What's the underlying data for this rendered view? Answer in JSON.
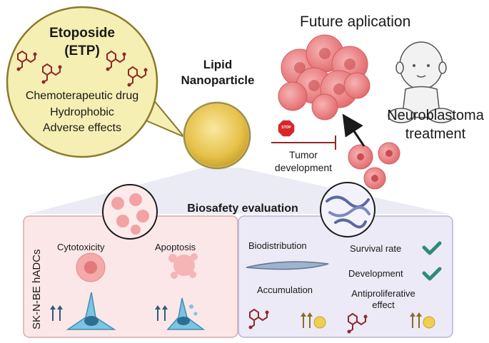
{
  "drug": {
    "title_line1": "Etoposide",
    "title_line2": "(ETP)",
    "prop1": "Chemoterapeutic drug",
    "prop2": "Hydrophobic",
    "prop3": "Adverse effects"
  },
  "nanoparticle": {
    "line1": "Lipid",
    "line2": "Nanoparticle"
  },
  "future": {
    "title": "Future aplication",
    "treat_line1": "Neuroblastoma",
    "treat_line2": "treatment"
  },
  "tumor": {
    "stop": "STOP",
    "line1": "Tumor",
    "line2": "development"
  },
  "biosafety": {
    "title": "Biosafety evaluation",
    "invitro": {
      "side_label": "SK-N-BE  hADCs",
      "cytotoxicity": "Cytotoxicity",
      "apoptosis": "Apoptosis"
    },
    "invivo": {
      "biodistribution": "Biodistribution",
      "accumulation": "Accumulation",
      "survival": "Survival rate",
      "development": "Development",
      "antiprolif_line1": "Antiproliferative",
      "antiprolif_line2": "effect"
    }
  },
  "colors": {
    "drug_bubble": "#f6efb4",
    "molecule": "#8e2a2a",
    "nanoparticle": "#e9c64a",
    "invitro_panel": "#fbe7e7",
    "invivo_panel": "#eceaf6",
    "tumor_cell": "#ee8a8c",
    "check": "#2e8b7a",
    "neuron": "#5fb0d3"
  }
}
